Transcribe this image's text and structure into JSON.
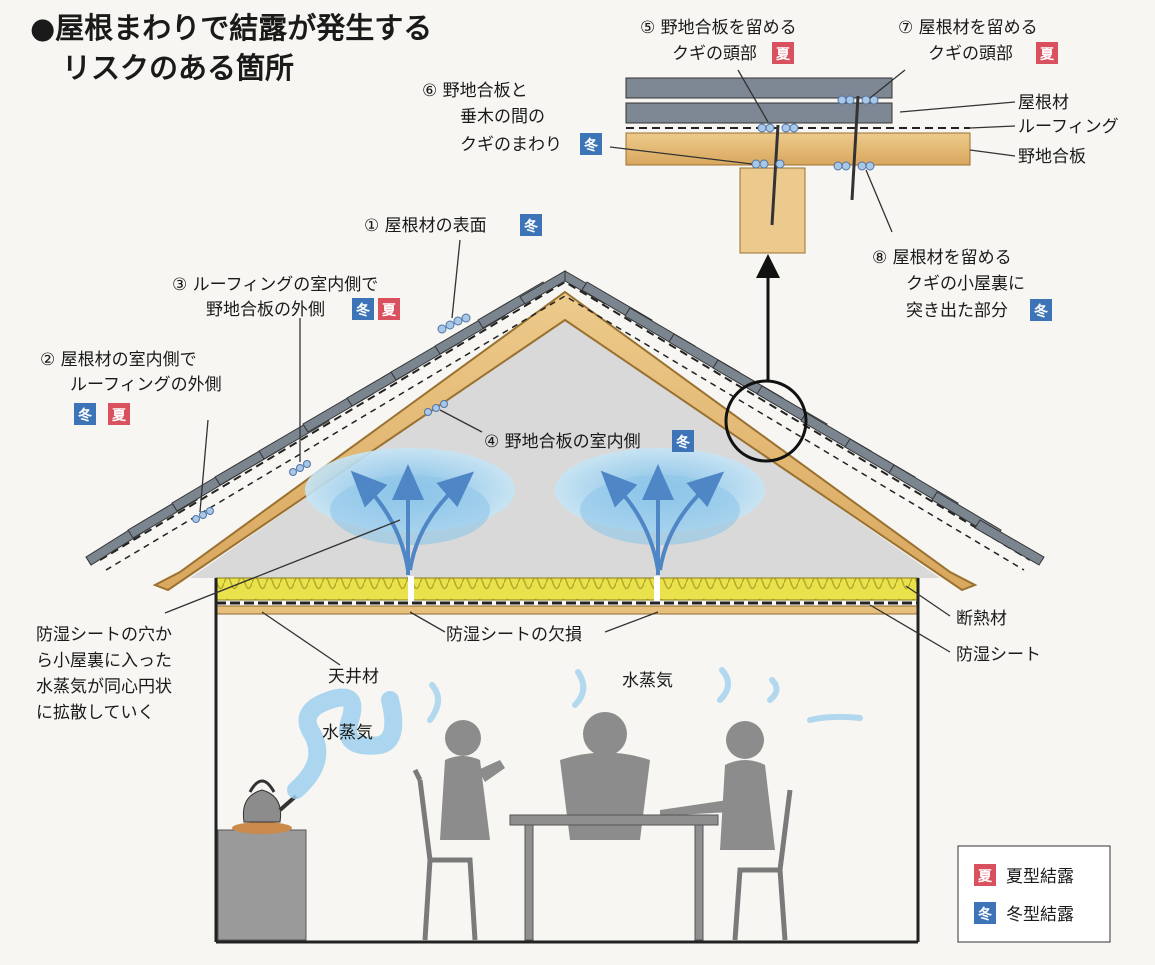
{
  "title": {
    "line1": "●屋根まわりで結露が発生する",
    "line2": "リスクのある箇所"
  },
  "badges": {
    "summer": "夏",
    "winter": "冬"
  },
  "colors": {
    "summer": "#d9505e",
    "winter": "#3d74b8",
    "vapor": "#9fd0ee",
    "rafter": "#e2b873",
    "insulation": "#e8e04a"
  },
  "callouts": {
    "c1": {
      "line1": "① 屋根材の表面"
    },
    "c2": {
      "line1": "② 屋根材の室内側で",
      "line2": "ルーフィングの外側"
    },
    "c3": {
      "line1": "③ ルーフィングの室内側で",
      "line2": "野地合板の外側"
    },
    "c4": {
      "line1": "④ 野地合板の室内側"
    },
    "c5": {
      "line1": "⑤ 野地合板を留める",
      "line2": "クギの頭部"
    },
    "c6": {
      "line1": "⑥ 野地合板と",
      "line2": "垂木の間の",
      "line3": "クギのまわり"
    },
    "c7": {
      "line1": "⑦ 屋根材を留める",
      "line2": "クギの頭部"
    },
    "c8": {
      "line1": "⑧ 屋根材を留める",
      "line2": "クギの小屋裏に",
      "line3": "突き出た部分"
    }
  },
  "detail_labels": {
    "roofing_material": "屋根材",
    "roofing_felt": "ルーフィング",
    "sheathing": "野地合板"
  },
  "interior_labels": {
    "insulation": "断熱材",
    "vapor_barrier": "防湿シート",
    "barrier_damage": "防湿シートの欠損",
    "ceiling": "天井材",
    "steam_left": "水蒸気",
    "steam_right": "水蒸気",
    "hole_note": [
      "防湿シートの穴か",
      "ら小屋裏に入った",
      "水蒸気が同心円状",
      "に拡散していく"
    ]
  },
  "legend": {
    "summer_label": "夏型結露",
    "winter_label": "冬型結露"
  }
}
